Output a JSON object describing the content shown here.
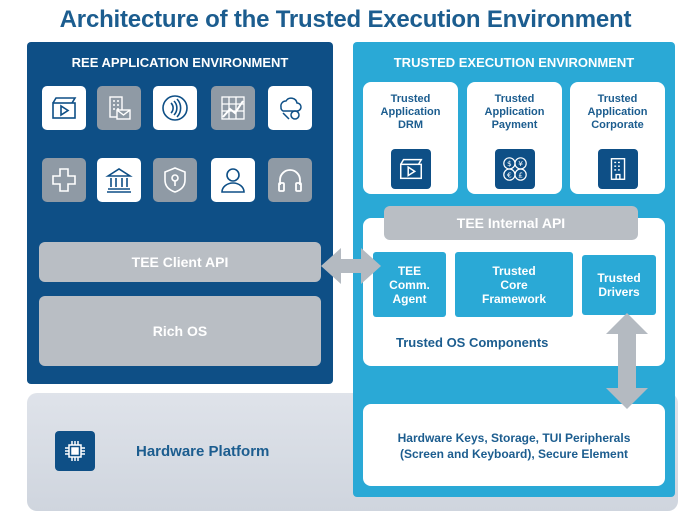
{
  "title": "Architecture of the Trusted Execution Environment",
  "ree": {
    "header": "REE APPLICATION ENVIRONMENT",
    "icons": [
      "video-icon",
      "mail-building-icon",
      "contactless-icon",
      "chart-icon",
      "cloud-tools-icon",
      "plus-icon",
      "bank-icon",
      "shield-lock-icon",
      "person-icon",
      "headphones-icon"
    ],
    "client_api": "TEE Client API",
    "rich_os": "Rich OS"
  },
  "tee": {
    "header": "TRUSTED EXECUTION ENVIRONMENT",
    "apps": [
      {
        "line1": "Trusted",
        "line2": "Application",
        "line3": "DRM",
        "icon": "video-icon"
      },
      {
        "line1": "Trusted",
        "line2": "Application",
        "line3": "Payment",
        "icon": "currency-icon"
      },
      {
        "line1": "Trusted",
        "line2": "Application",
        "line3": "Corporate",
        "icon": "building-icon"
      }
    ],
    "internal_api": "TEE Internal API",
    "comm_agent": [
      "TEE",
      "Comm.",
      "Agent"
    ],
    "core_framework": [
      "Trusted",
      "Core",
      "Framework"
    ],
    "drivers": [
      "Trusted",
      "Drivers"
    ],
    "os_components": "Trusted OS Components",
    "hardware_keys": [
      "Hardware Keys, Storage, TUI Peripherals",
      "(Screen and Keyboard), Secure Element"
    ]
  },
  "hardware": {
    "label": "Hardware Platform",
    "icon": "chip-icon"
  },
  "colors": {
    "title": "#1c5d8f",
    "ree_bg": "#0e4f86",
    "tee_bg": "#2aa9d6",
    "grey": "#b9bec4",
    "hw_bg": "#d6dbe3"
  }
}
